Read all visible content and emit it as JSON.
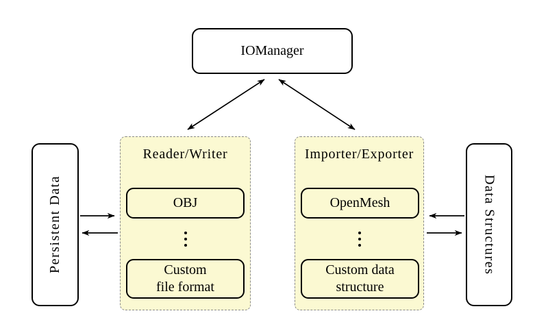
{
  "colors": {
    "background": "#ffffff",
    "panel_fill": "#fbf9d2",
    "panel_border": "#8a8a8a",
    "line_color": "#000000"
  },
  "nodes": {
    "iomanager": "IOManager",
    "persistent_data": "Persistent Data",
    "data_structures": "Data Structures"
  },
  "panels": [
    {
      "title": "Reader/Writer",
      "items": [
        {
          "lines": [
            "OBJ"
          ]
        },
        {
          "icon": "vertical-ellipsis",
          "glyph": "⋮"
        },
        {
          "lines": [
            "Custom",
            "file format"
          ]
        }
      ]
    },
    {
      "title": "Importer/Exporter",
      "items": [
        {
          "lines": [
            "OpenMesh"
          ]
        },
        {
          "icon": "vertical-ellipsis",
          "glyph": "⋮"
        },
        {
          "lines": [
            "Custom data",
            "structure"
          ]
        }
      ]
    }
  ],
  "arrows": [
    {
      "from": "IOManager",
      "to": "Reader/Writer",
      "bidirectional": true
    },
    {
      "from": "IOManager",
      "to": "Importer/Exporter",
      "bidirectional": true
    },
    {
      "from": "Persistent Data",
      "to": "Reader/Writer",
      "bidirectional": false
    },
    {
      "from": "Reader/Writer",
      "to": "Persistent Data",
      "bidirectional": false
    },
    {
      "from": "Data Structures",
      "to": "Importer/Exporter",
      "bidirectional": false
    },
    {
      "from": "Importer/Exporter",
      "to": "Data Structures",
      "bidirectional": false
    }
  ]
}
